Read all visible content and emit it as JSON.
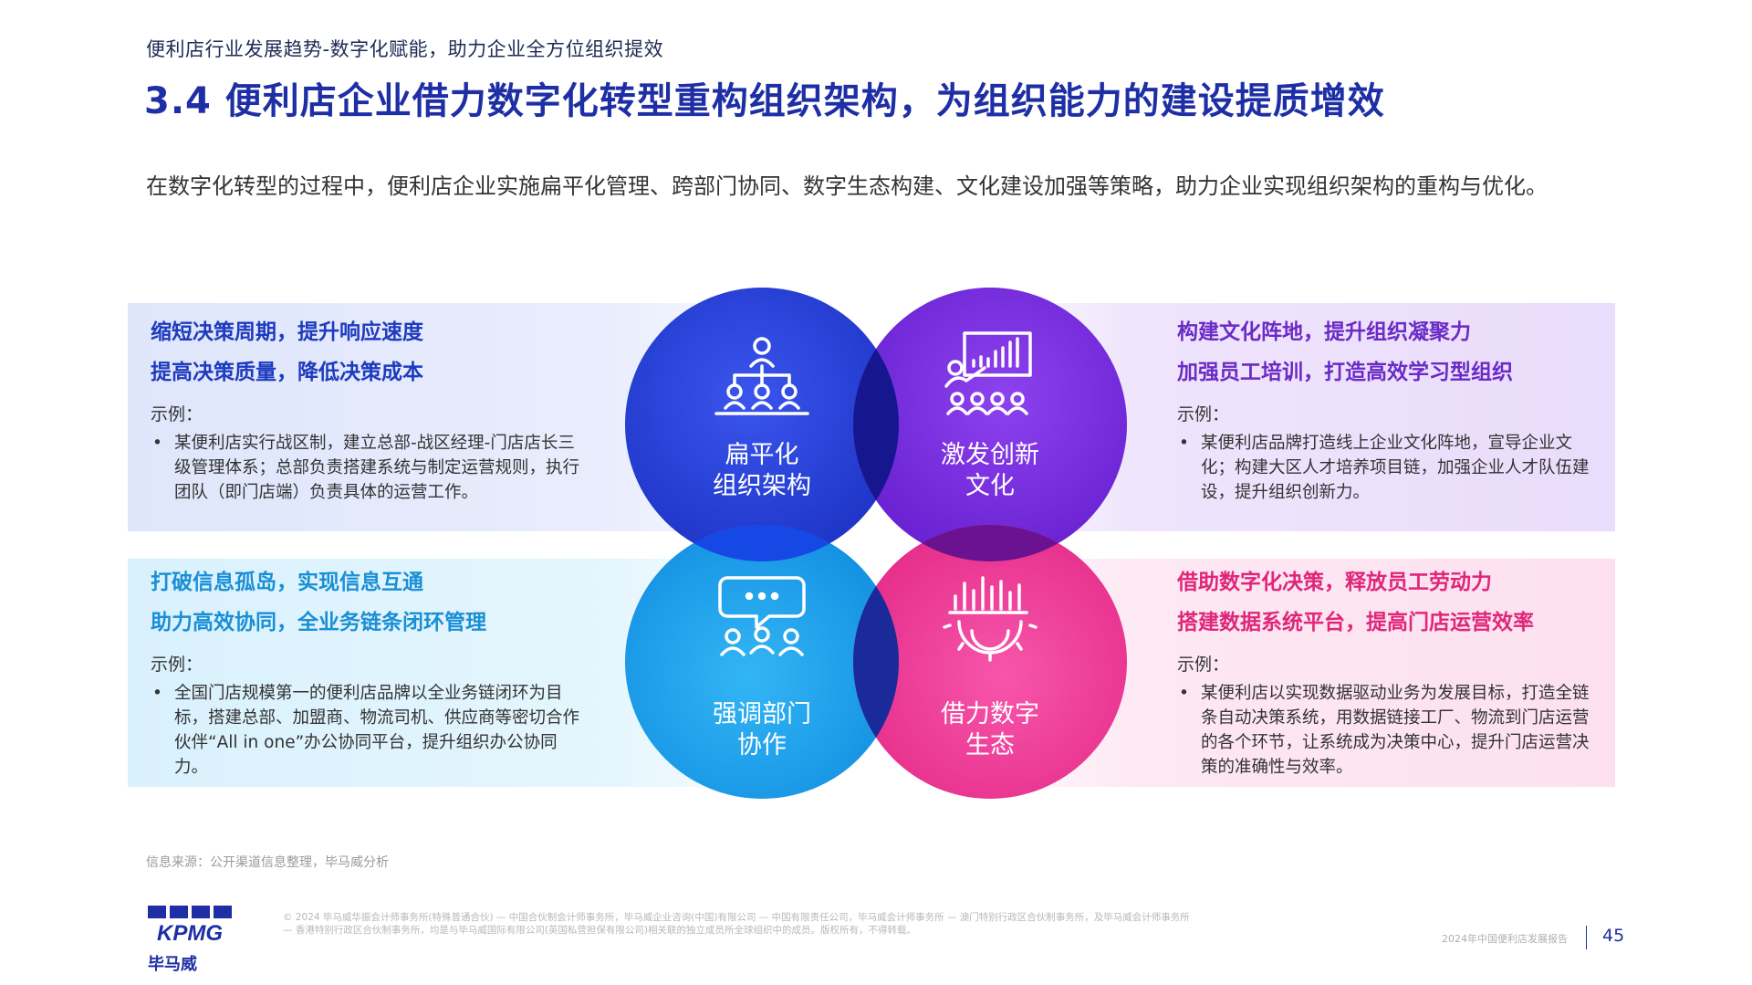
{
  "header": {
    "kicker": "便利店行业发展趋势-数字化赋能，助力企业全方位组织提效",
    "title": "3.4 便利店企业借力数字化转型重构组织架构，为组织能力的建设提质增效",
    "intro": "在数字化转型的过程中，便利店企业实施扁平化管理、跨部门协同、数字生态构建、文化建设加强等策略，助力企业实现组织架构的重构与优化。"
  },
  "quadrants": {
    "tl": {
      "h1": "缩短决策周期，提升响应速度",
      "h2": "提高决策质量，降低决策成本",
      "example_label": "示例：",
      "bullet": "某便利店实行战区制，建立总部-战区经理-门店店长三级管理体系；总部负责搭建系统与制定运营规则，执行团队（即门店端）负责具体的运营工作。"
    },
    "tr": {
      "h1": "构建文化阵地，提升组织凝聚力",
      "h2": "加强员工培训，打造高效学习型组织",
      "example_label": "示例：",
      "bullet": "某便利店品牌打造线上企业文化阵地，宣导企业文化；构建大区人才培养项目链，加强企业人才队伍建设，提升组织创新力。"
    },
    "bl": {
      "h1": "打破信息孤岛，实现信息互通",
      "h2": "助力高效协同，全业务链条闭环管理",
      "example_label": "示例：",
      "bullet": "全国门店规模第一的便利店品牌以全业务链闭环为目标，搭建总部、加盟商、物流司机、供应商等密切合作伙伴“All in one”办公协同平台，提升组织办公协同力。"
    },
    "br": {
      "h1": "借助数字化决策，释放员工劳动力",
      "h2": "搭建数据系统平台，提高门店运营效率",
      "example_label": "示例：",
      "bullet": "某便利店以实现数据驱动业务为发展目标，打造全链条自动决策系统，用数据链接工厂、物流到门店运营的各个环节，让系统成为决策中心，提升门店运营决策的准确性与效率。"
    }
  },
  "venn": {
    "tl": {
      "line1": "扁平化",
      "line2": "组织架构",
      "icon": "org-chart-icon",
      "color": "#2a42d6"
    },
    "tr": {
      "line1": "激发创新",
      "line2": "文化",
      "icon": "presentation-icon",
      "color": "#7c2ee0"
    },
    "bl": {
      "line1": "强调部门",
      "line2": "协作",
      "icon": "team-discussion-icon",
      "color": "#1aa3ec"
    },
    "br": {
      "line1": "借力数字",
      "line2": "生态",
      "icon": "data-gear-icon",
      "color": "#ef3a98"
    }
  },
  "footer": {
    "source": "信息来源：公开渠道信息整理，毕马威分析",
    "legal": "© 2024 毕马威华振会计师事务所(特殊普通合伙) — 中国合伙制会计师事务所，毕马威企业咨询(中国)有限公司 — 中国有限责任公司，毕马威会计师事务所 — 澳门特别行政区合伙制事务所，及毕马威会计师事务所 — 香港特别行政区合伙制事务所，均是与毕马威国际有限公司(英国私营担保有限公司)相关联的独立成员所全球组织中的成员。版权所有，不得转载。",
    "logo_text": "KPMG",
    "logo_sub": "毕马威",
    "report_name": "2024年中国便利店发展报告",
    "page_no": "45"
  }
}
